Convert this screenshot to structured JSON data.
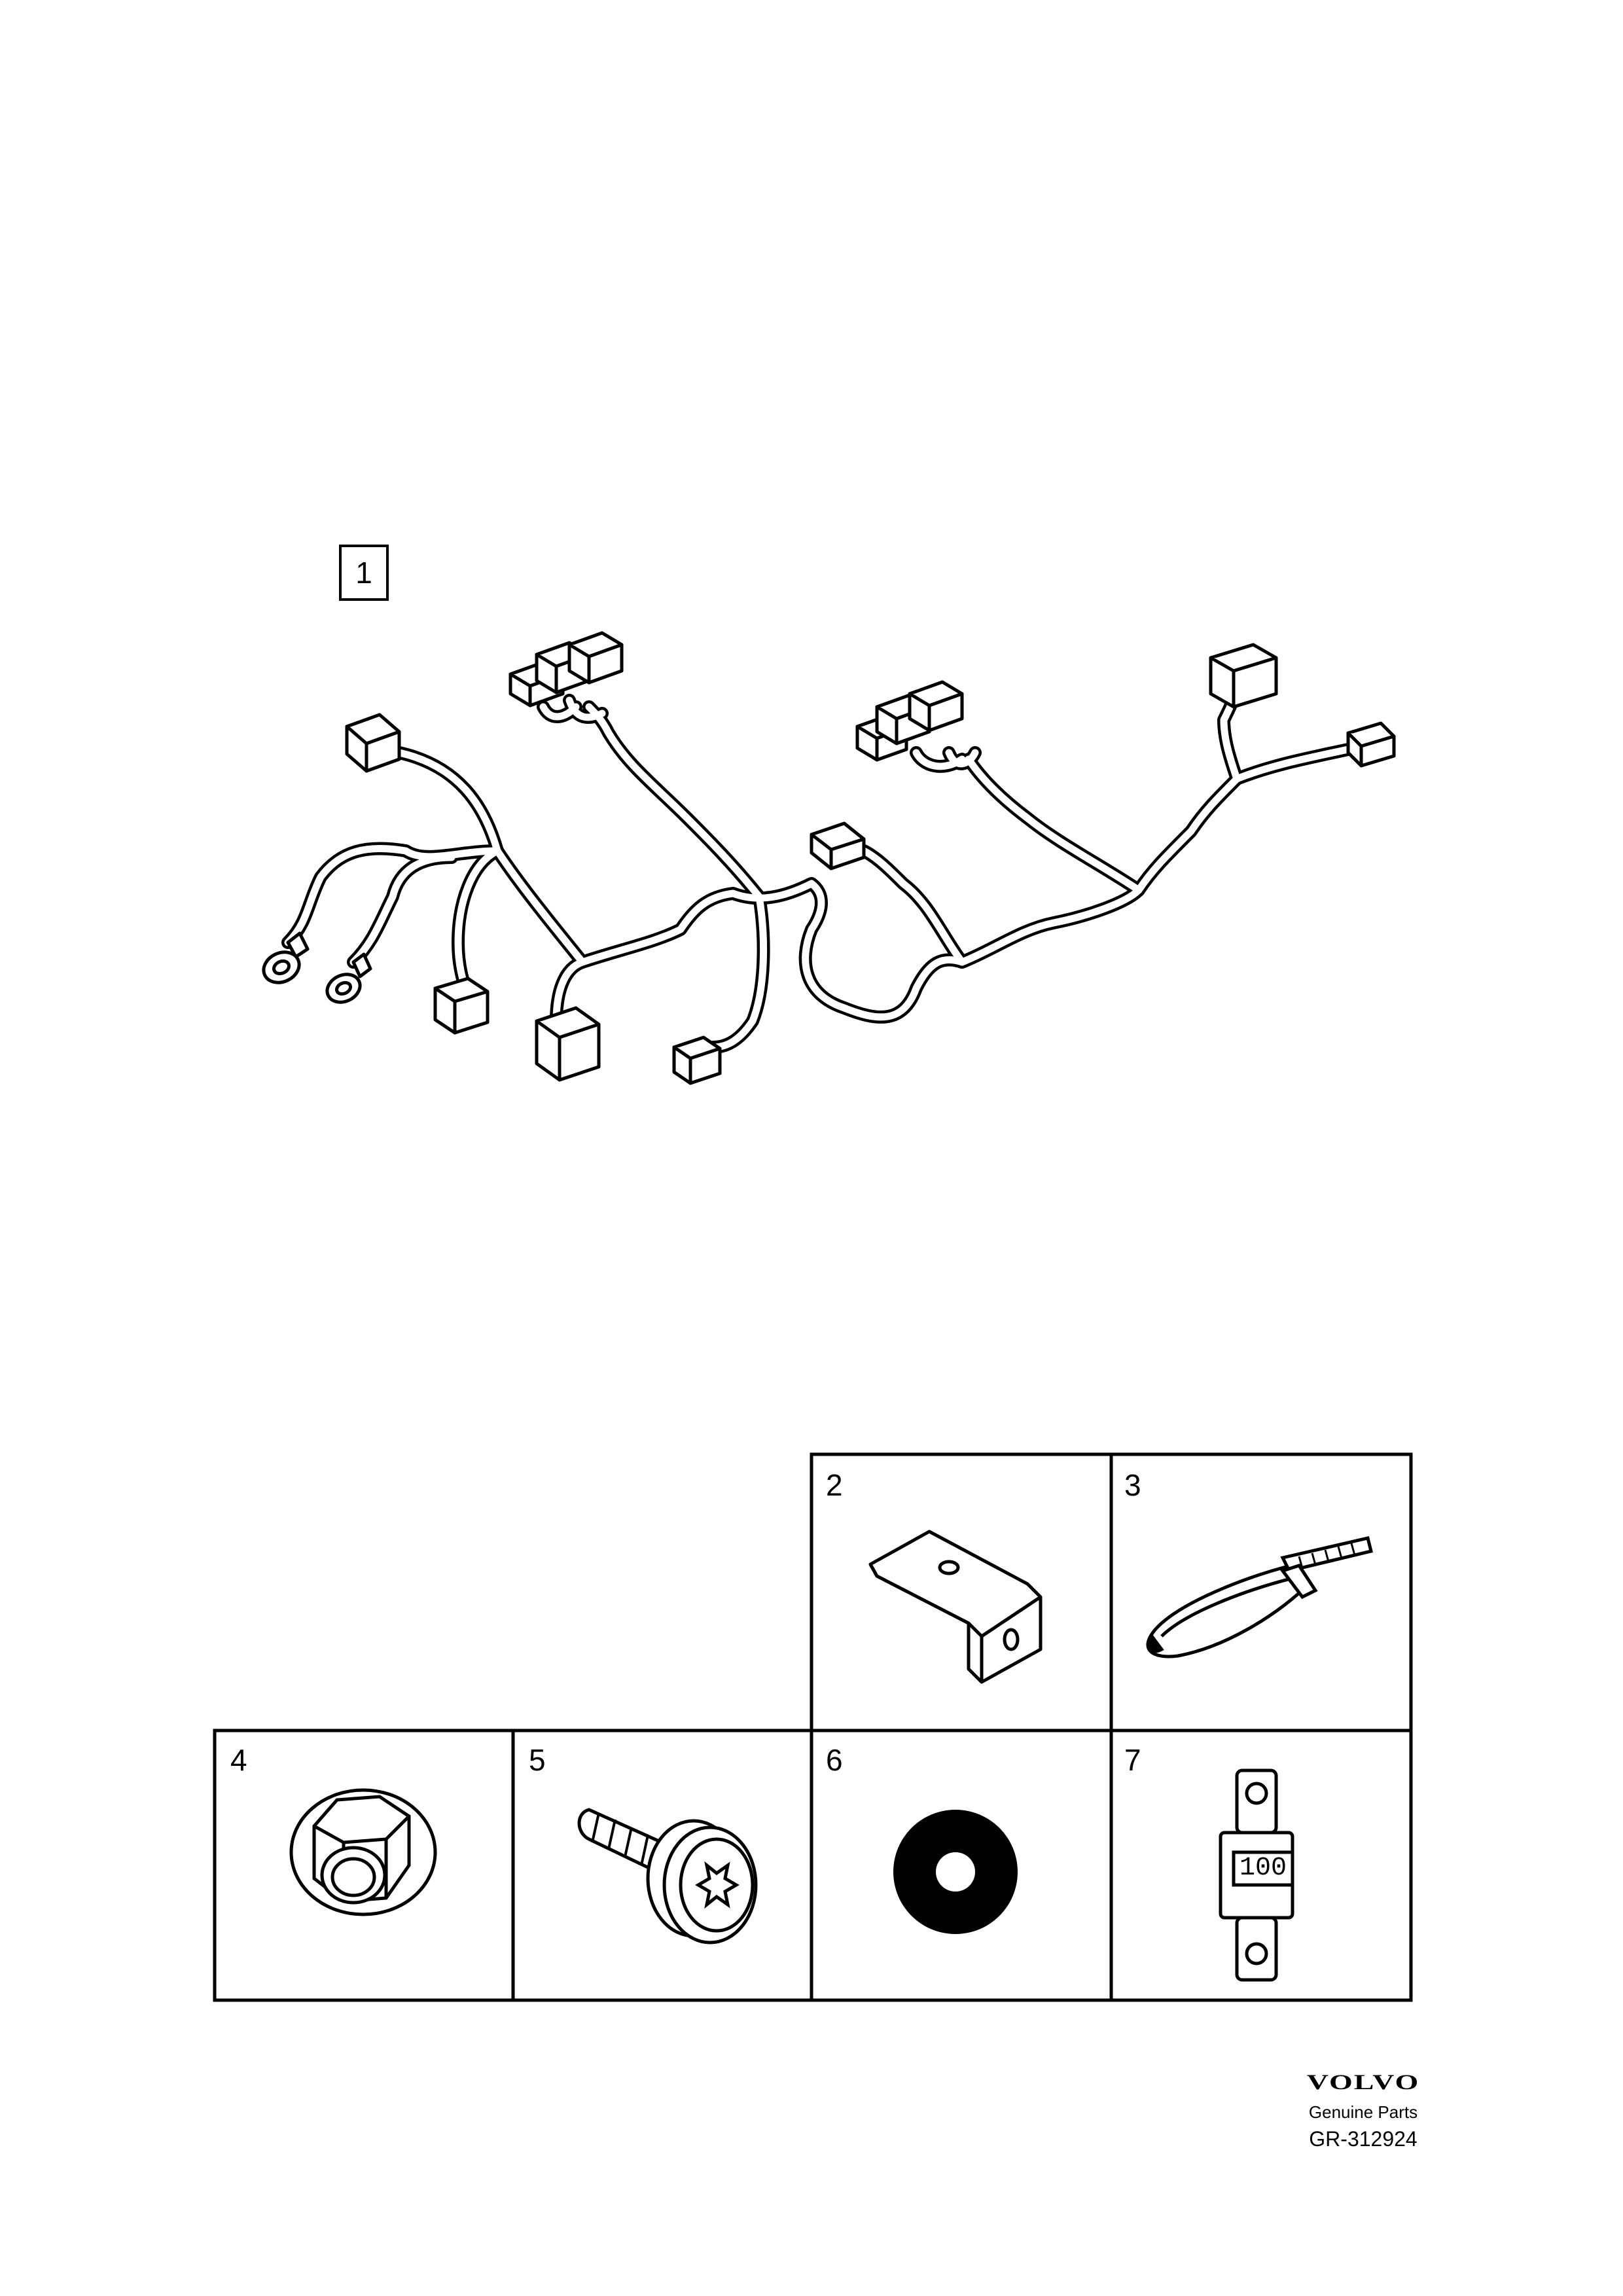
{
  "main_item": {
    "number": "1",
    "name": "wiring-harness"
  },
  "parts_grid": [
    {
      "number": "2",
      "name": "bracket"
    },
    {
      "number": "3",
      "name": "cable-tie"
    },
    {
      "number": "4",
      "name": "flange-nut"
    },
    {
      "number": "5",
      "name": "torx-screw"
    },
    {
      "number": "6",
      "name": "washer"
    },
    {
      "number": "7",
      "name": "fuse",
      "rating": "100"
    }
  ],
  "footer": {
    "brand": "VOLVO",
    "subtitle": "Genuine Parts",
    "code": "GR-312924"
  }
}
